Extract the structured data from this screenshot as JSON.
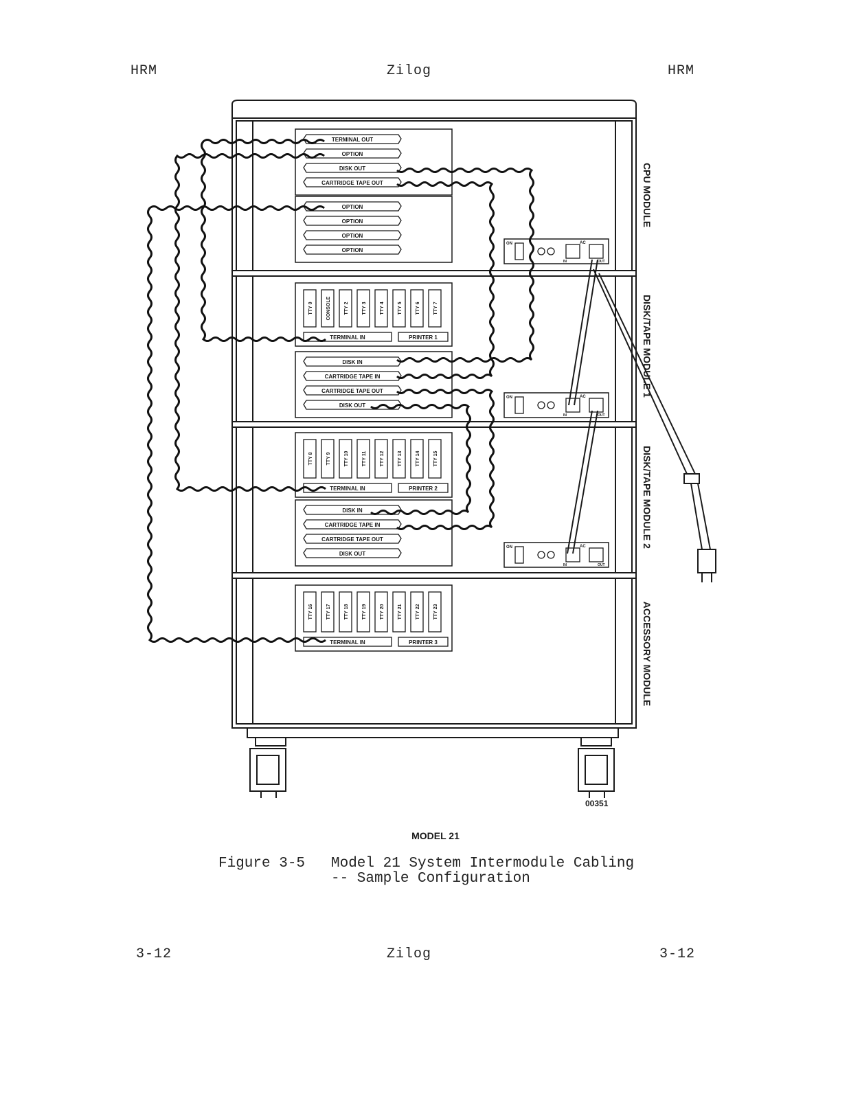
{
  "header": {
    "left": "HRM",
    "center": "Zilog",
    "right": "HRM"
  },
  "footer": {
    "left": "3-12",
    "center": "Zilog",
    "right": "3-12"
  },
  "figure": {
    "model": "MODEL 21",
    "number": "00351",
    "caption_label": "Figure 3-5",
    "caption_line1": "Model 21 System Intermodule Cabling",
    "caption_line2": "-- Sample Configuration"
  },
  "modules": {
    "cpu": "CPU MODULE",
    "disk1": "DISK/TAPE MODULE 1",
    "disk2": "DISK/TAPE MODULE 2",
    "accessory": "ACCESSORY MODULE"
  },
  "cpu_panel_a": [
    "TERMINAL OUT",
    "OPTION",
    "DISK OUT",
    "CARTRIDGE TAPE OUT"
  ],
  "cpu_panel_b": [
    "OPTION",
    "OPTION",
    "OPTION",
    "OPTION"
  ],
  "disk1_tty": [
    "TTY 0",
    "CONSOLE",
    "TTY 2",
    "TTY 3",
    "TTY 4",
    "TTY 5",
    "TTY 6",
    "TTY 7"
  ],
  "disk1_bottom": [
    "TERMINAL IN",
    "PRINTER 1"
  ],
  "disk1_panel": [
    "DISK IN",
    "CARTRIDGE TAPE IN",
    "CARTRIDGE TAPE OUT",
    "DISK OUT"
  ],
  "disk2_tty": [
    "TTY 8",
    "TTY 9",
    "TTY 10",
    "TTY 11",
    "TTY 12",
    "TTY 13",
    "TTY 14",
    "TTY 15"
  ],
  "disk2_bottom": [
    "TERMINAL IN",
    "PRINTER 2"
  ],
  "disk2_panel": [
    "DISK IN",
    "CARTRIDGE TAPE IN",
    "CARTRIDGE TAPE OUT",
    "DISK OUT"
  ],
  "acc_tty": [
    "TTY 16",
    "TTY 17",
    "TTY 18",
    "TTY 19",
    "TTY 20",
    "TTY 21",
    "TTY 22",
    "TTY 23"
  ],
  "acc_bottom": [
    "TERMINAL IN",
    "PRINTER 3"
  ],
  "power": {
    "on": "ON",
    "ac": "AC",
    "in": "IN",
    "out": "OUT"
  }
}
